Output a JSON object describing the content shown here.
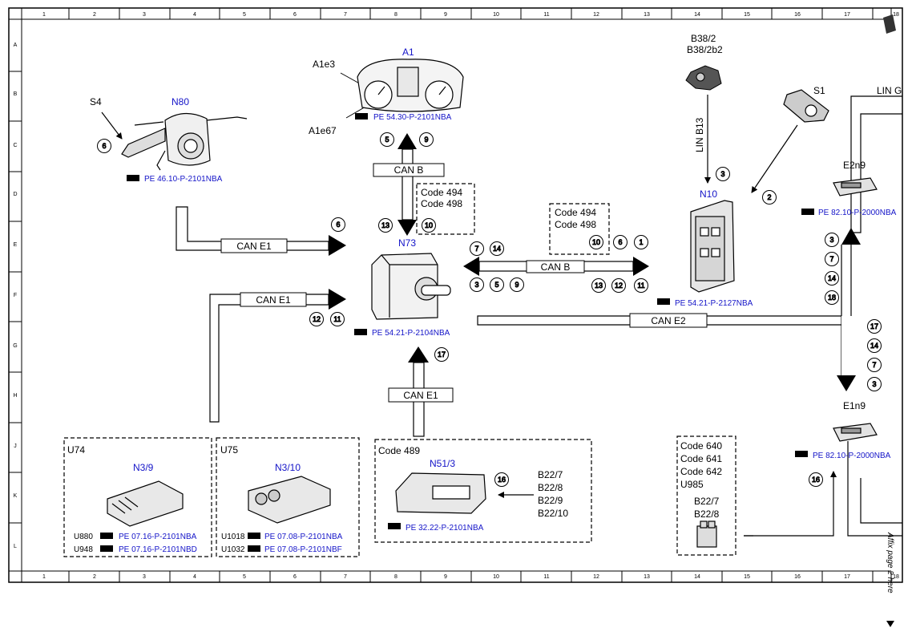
{
  "grid": {
    "columns": [
      "1",
      "2",
      "3",
      "4",
      "5",
      "6",
      "7",
      "8",
      "9",
      "10",
      "11",
      "12",
      "13",
      "14",
      "15",
      "16",
      "17",
      "18"
    ],
    "rows": [
      "A",
      "B",
      "C",
      "D",
      "E",
      "F",
      "G",
      "H",
      "J",
      "K",
      "L"
    ]
  },
  "components": {
    "s4": "S4",
    "n80": "N80",
    "n80_ref": "PE 46.10-P-2101NBA",
    "a1": "A1",
    "a1e3": "A1e3",
    "a1e67": "A1e67",
    "a1_ref": "PE 54.30-P-2101NBA",
    "b38_2": "B38/2",
    "b38_2b2": "B38/2b2",
    "lin_b13": "LIN B13",
    "s1": "S1",
    "lin_g": "LIN G",
    "n10": "N10",
    "n10_ref": "PE 54.21-P-2127NBA",
    "e2n9": "E2n9",
    "e2n9_ref": "PE 82.10-P-2000NBA",
    "e1n9": "E1n9",
    "e1n9_ref": "PE 82.10-P-2000NBA",
    "n73": "N73",
    "n73_ref": "PE 54.21-P-2104NBA",
    "u74": "U74",
    "n3_9": "N3/9",
    "u880": "U880",
    "u880_ref": "PE 07.16-P-2101NBA",
    "u948": "U948",
    "u948_ref": "PE 07.16-P-2101NBD",
    "u75": "U75",
    "n3_10": "N3/10",
    "u1018": "U1018",
    "u1018_ref": "PE 07.08-P-2101NBA",
    "u1032": "U1032",
    "u1032_ref": "PE 07.08-P-2101NBF",
    "code489": "Code 489",
    "n51_3": "N51/3",
    "n51_3_ref": "PE 32.22-P-2101NBA",
    "b22_7": "B22/7",
    "b22_8": "B22/8",
    "b22_9": "B22/9",
    "b22_10": "B22/10"
  },
  "buses": {
    "can_b_vert": "CAN B",
    "can_b_horiz": "CAN B",
    "can_e1_top": "CAN E1",
    "can_e1_mid": "CAN E1",
    "can_e1_bottom": "CAN E1",
    "can_e2": "CAN E2"
  },
  "codes": {
    "box1": [
      "Code 494",
      "Code 498"
    ],
    "box2": [
      "Code 494",
      "Code 498"
    ],
    "box3": [
      "Code 640",
      "Code 641",
      "Code 642",
      "U985",
      "B22/7",
      "B22/8"
    ]
  },
  "markers": {
    "s4": "6",
    "a1_left": "5",
    "a1_right": "9",
    "canb_left": "13",
    "canb_right": "10",
    "cane1_top": "6",
    "n73_right_top": [
      "7",
      "14"
    ],
    "n73_right_bottom": [
      "3",
      "5",
      "9"
    ],
    "code2": [
      "10",
      "6",
      "1"
    ],
    "n10_bottom": [
      "13",
      "12",
      "11"
    ],
    "cane1_mid": [
      "12",
      "11"
    ],
    "cane1_bottom": "17",
    "n51_3": "16",
    "lin_b13": "3",
    "s1": "2",
    "e2n9_stack": [
      "3",
      "7",
      "14",
      "18"
    ],
    "e1n9_stack": [
      "17",
      "14",
      "7",
      "3"
    ],
    "e1n9_bottom": "16"
  },
  "margin_note": "Affix page 2 here"
}
